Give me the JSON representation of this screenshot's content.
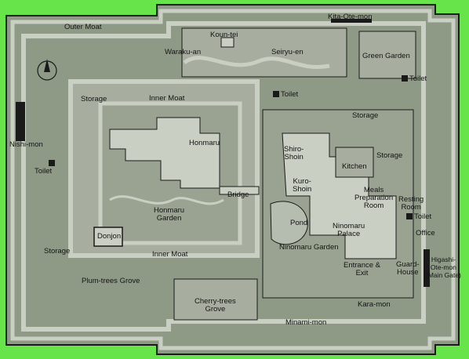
{
  "labels": {
    "outer_moat": "Outer Moat",
    "kita_ote_mon": "Kita-Ote-mon",
    "koun_tei": "Koun-tei",
    "waraku_an": "Waraku-an",
    "seiryu_en": "Seiryu-en",
    "green_garden": "Green Garden",
    "toilet_ne": "Toilet",
    "storage_nw": "Storage",
    "inner_moat_north": "Inner Moat",
    "toilet_n": "Toilet",
    "storage_e": "Storage",
    "nishi_mon": "Nishi-mon",
    "honmaru": "Honmaru",
    "shiro_shoin": "Shiro-\nShoin",
    "storage_e2": "Storage",
    "toilet_w": "Toilet",
    "kitchen": "Kitchen",
    "kuro_shoin": "Kuro-\nShoin",
    "meals_room": "Meals\nPreparation\nRoom",
    "bridge": "Bridge",
    "resting_room": "Resting\nRoom",
    "toilet_e": "Toilet",
    "honmaru_garden": "Honmaru\nGarden",
    "pond": "Pond",
    "ninomaru_palace": "Ninomaru\nPalace",
    "office": "Office",
    "donjon": "Donjon",
    "storage_sw": "Storage",
    "inner_moat_south": "Inner Moat",
    "ninomaru_garden": "Ninomaru Garden",
    "guard_house": "Guard-\nHouse",
    "higashi_ote_mon": "Higashi-\nOte-mon\n(Main Gate)",
    "entrance_exit": "Entrance &\nExit",
    "plum_trees_grove": "Plum-trees Grove",
    "cherry_trees_grove": "Cherry-trees\nGrove",
    "kara_mon": "Kara-mon",
    "minami_mon": "Minami-mon"
  },
  "icons": {
    "compass": "north-arrow-icon",
    "toilet": "toilet-square-icon"
  },
  "colors": {
    "background": "#66e44a",
    "map_fill": "#8e9a86",
    "path": "#c9cfc2",
    "line": "#1a1a1a",
    "building": "#a7ae9f"
  }
}
